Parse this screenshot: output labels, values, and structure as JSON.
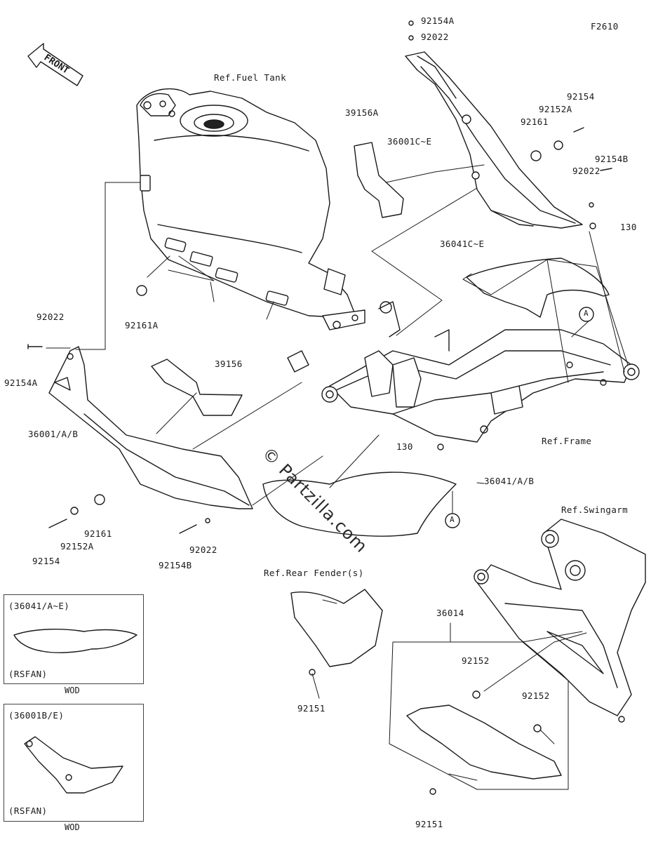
{
  "figure_code": "F2610",
  "front_label": "FRONT",
  "watermark": "© Partzilla.com",
  "refs": {
    "fuel_tank": "Ref.Fuel Tank",
    "frame": "Ref.Frame",
    "swingarm": "Ref.Swingarm",
    "rear_fender": "Ref.Rear Fender(s)"
  },
  "parts": {
    "p92154A_top": "92154A",
    "p92022_top": "92022",
    "p92154_r": "92154",
    "p92152A_r": "92152A",
    "p92161_r": "92161",
    "p92154B_r": "92154B",
    "p92022_r": "92022",
    "p130_r": "130",
    "p39156A": "39156A",
    "p36001CE": "36001C~E",
    "p36041CE": "36041C~E",
    "p92161A": "92161A",
    "p92022_l": "92022",
    "p92154A_l": "92154A",
    "p39156": "39156",
    "p36001AB": "36001/A/B",
    "p92161_b": "92161",
    "p92152A_b": "92152A",
    "p92154_b": "92154",
    "p92154B_b": "92154B",
    "p92022_b": "92022",
    "p130_c": "130",
    "p36041AB": "36041/A/B",
    "p36014": "36014",
    "p92152_1": "92152",
    "p92152_2": "92152",
    "p92151_1": "92151",
    "p92151_2": "92151",
    "callout_a": "A"
  },
  "insets": [
    {
      "title": "(36041/A~E)",
      "variant": "(RSFAN)",
      "caption": "WOD"
    },
    {
      "title": "(36001B/E)",
      "variant": "(RSFAN)",
      "caption": "WOD"
    }
  ]
}
